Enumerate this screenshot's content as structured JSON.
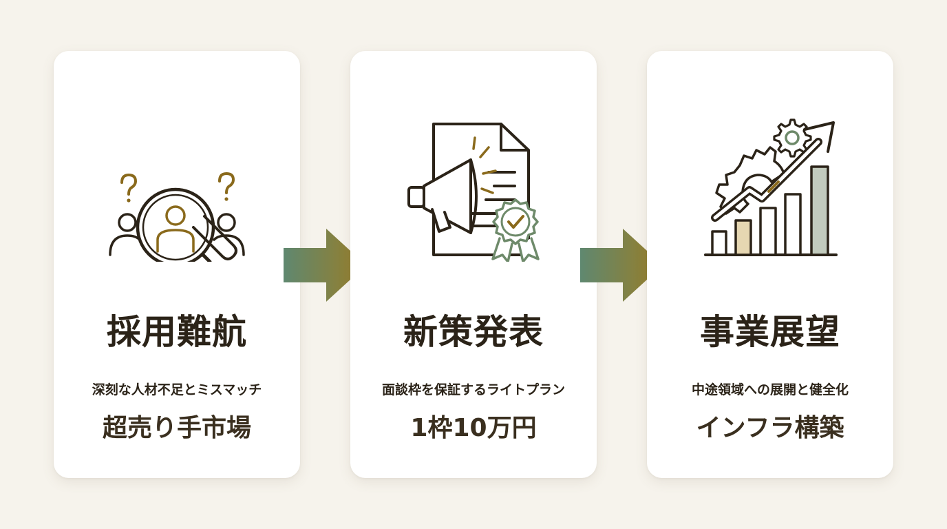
{
  "steps": [
    {
      "icon": "search-candidates-icon",
      "title": "採用難航",
      "subtitle": "深刻な人材不足とミスマッチ",
      "keyword": "超売り手市場"
    },
    {
      "icon": "megaphone-document-icon",
      "title": "新策発表",
      "subtitle": "面談枠を保証するライトプラン",
      "keyword": "1枠10万円"
    },
    {
      "icon": "growth-chart-gear-icon",
      "title": "事業展望",
      "subtitle": "中途領域への展開と健全化",
      "keyword": "インフラ構築"
    }
  ],
  "colors": {
    "background": "#f6f3ec",
    "ink": "#2b2318",
    "gold": "#8a6a1c",
    "sage": "#6e8a6a",
    "sand": "#e6d7b2",
    "sage_light": "#c2cbbd"
  }
}
